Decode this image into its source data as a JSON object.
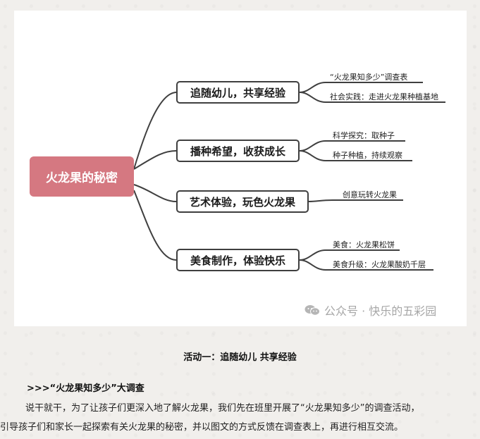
{
  "mindmap": {
    "root": "火龙果的秘密",
    "branches": [
      {
        "label": "追随幼儿，共享经验",
        "leaves": [
          "“火龙果知多少”调查表",
          "社会实践：走进火龙果种植基地"
        ]
      },
      {
        "label": "播种希望，收获成长",
        "leaves": [
          "科学探究：取种子",
          "种子种植，持续观察"
        ]
      },
      {
        "label": "艺术体验，玩色火龙果",
        "leaves": [
          "创意玩转火龙果"
        ]
      },
      {
        "label": "美食制作，体验快乐",
        "leaves": [
          "美食：火龙果松饼",
          "美食升级：火龙果酸奶千层"
        ]
      }
    ]
  },
  "watermark": "公众号 · 快乐的五彩园",
  "article": {
    "caption": "活动一：追随幼儿  共享经验",
    "section_heading": ">>>“火龙果知多少”大调查",
    "paragraph_lines": [
      "说干就干，为了让孩子们更深入地了解火龙果，我们先在班里开展了“火龙果知多少”的调查活动，",
      "引导孩子们和家长一起探索有关火龙果的秘密，并以图文的方式反馈在调查表上，再进行相互交流。"
    ]
  },
  "colors": {
    "root_fill": "#d57881",
    "line": "#3f3f3f",
    "background": "#f1efec"
  }
}
